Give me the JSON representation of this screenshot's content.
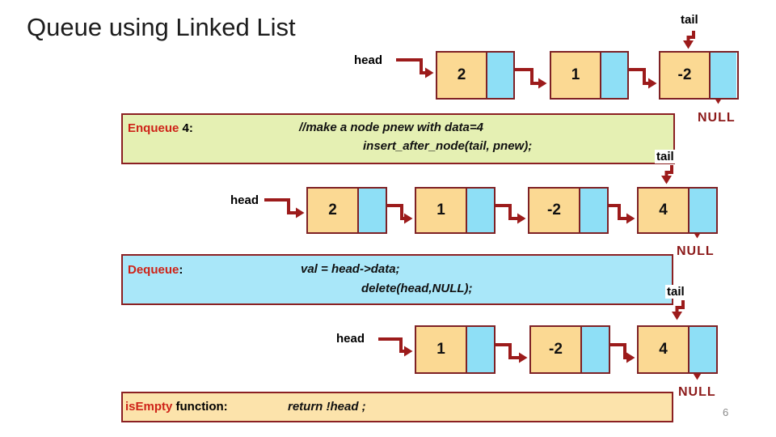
{
  "slide": {
    "title": "Queue using Linked List",
    "page_number": "6"
  },
  "labels": {
    "head": "head",
    "tail": "tail",
    "null_text": "NULL"
  },
  "lists": [
    {
      "name": "initial-queue",
      "nodes": [
        "2",
        "1",
        "-2"
      ]
    },
    {
      "name": "after-enqueue-4",
      "nodes": [
        "2",
        "1",
        "-2",
        "4"
      ]
    },
    {
      "name": "after-dequeue",
      "nodes": [
        "1",
        "-2",
        "4"
      ]
    }
  ],
  "operations": {
    "enqueue": {
      "label_red": "Enqueue",
      "label_rest": " 4:",
      "code_line1": "//make a node pnew with data=4",
      "code_line2": "insert_after_node(tail, pnew);"
    },
    "dequeue": {
      "label_red": "Dequeue",
      "label_rest": ":",
      "code_line1": "val = head->data;",
      "code_line2": "delete(head,NULL);"
    },
    "isempty": {
      "label_red": "isEmpty",
      "label_rest": " function:",
      "code_line1": "return !head ;"
    }
  },
  "colors": {
    "node_data_fill": "#fbd993",
    "node_pointer_fill": "#8edff6",
    "node_border": "#7e2125",
    "arrow": "#9c1b1b",
    "null_text": "#8c1a1a",
    "operation_label_red": "#ce2318",
    "enqueue_box_fill": "#e5f0b3",
    "dequeue_box_fill": "#a9e7f9",
    "isempty_box_fill": "#fce3ab",
    "box_border": "#8b2022"
  }
}
